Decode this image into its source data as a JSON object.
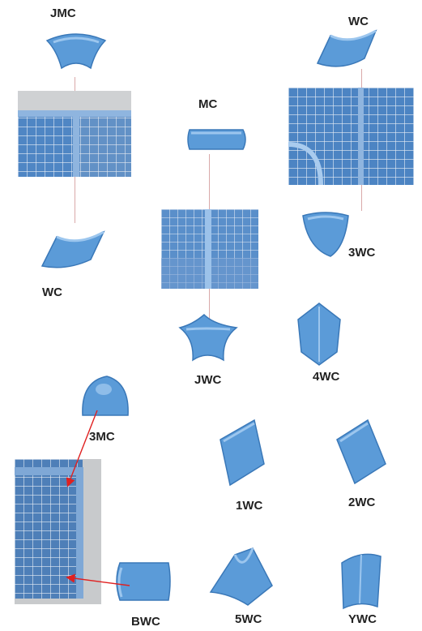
{
  "labels": {
    "jmc": "JMC",
    "wc_top": "WC",
    "mc": "MC",
    "wc_left": "WC",
    "three_wc": "3WC",
    "jwc": "JWC",
    "four_wc": "4WC",
    "three_mc": "3MC",
    "one_wc": "1WC",
    "two_wc": "2WC",
    "bwc": "BWC",
    "five_wc": "5WC",
    "ywc": "YWC"
  },
  "colors": {
    "tile_blue": "#5b9bd8",
    "tile_dark": "#3a78b8",
    "tile_light": "#9cc6ee",
    "grout": "#e8eef6",
    "wall_gray": "#cfd1d3",
    "guide_line": "#d9a9a9",
    "arrow_red": "#e02020"
  }
}
